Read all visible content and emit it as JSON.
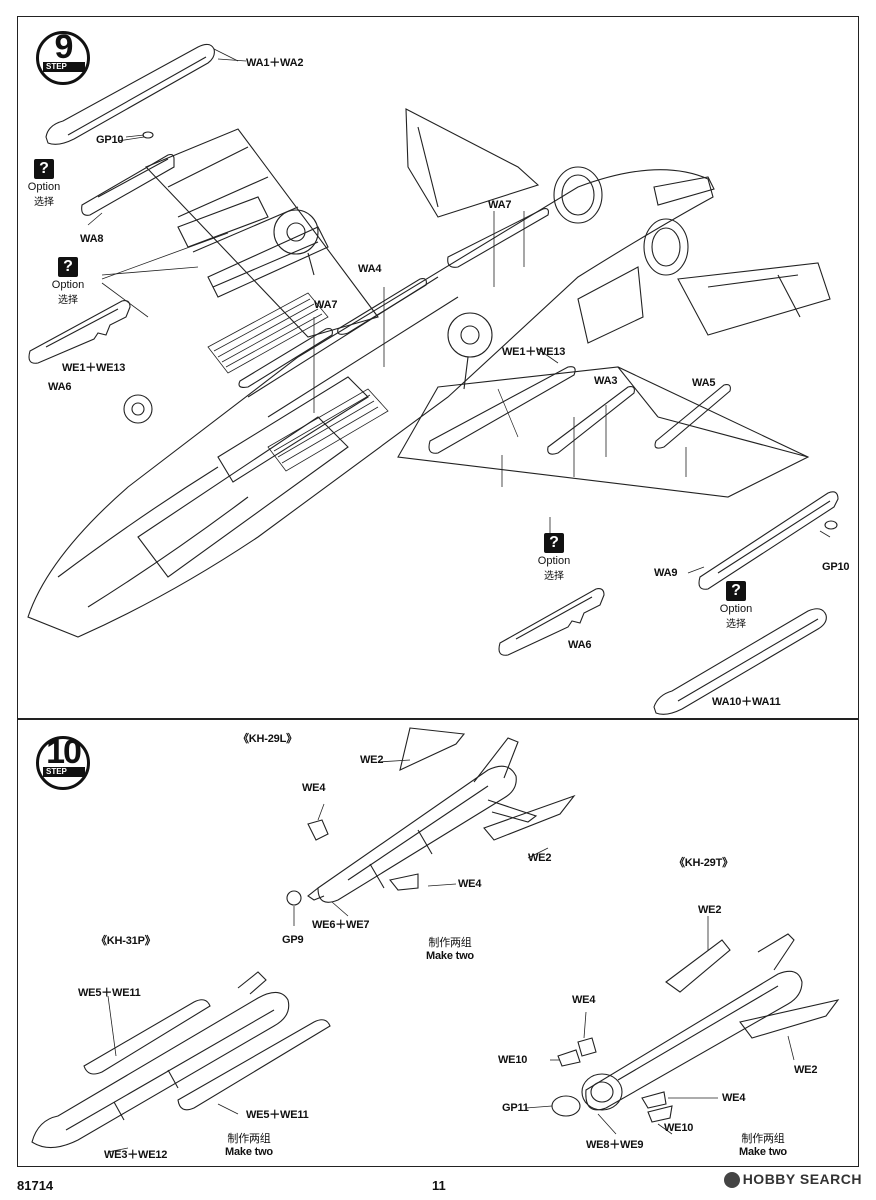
{
  "step9": {
    "number": "9",
    "step_word": "STEP",
    "labels": {
      "wa1_wa2": "WA1＋WA2",
      "gp10_top": "GP10",
      "wa8": "WA8",
      "wa7_upper": "WA7",
      "wa4": "WA4",
      "wa7_lower": "WA7",
      "we1_we13_left": "WE1＋WE13",
      "wa6_left": "WA6",
      "we1_we13_center": "WE1＋WE13",
      "wa3": "WA3",
      "wa5": "WA5",
      "wa9": "WA9",
      "gp10_right": "GP10",
      "wa6_bottom": "WA6",
      "wa10_wa11": "WA10＋WA11"
    },
    "option_text": "Option",
    "option_cn": "选择",
    "option_mark": "?"
  },
  "step10": {
    "number": "10",
    "step_word": "STEP",
    "titles": {
      "kh29l": "《KH-29L》",
      "kh29t": "《KH-29T》",
      "kh31p": "《KH-31P》"
    },
    "labels": {
      "we2_top": "WE2",
      "we4_left": "WE4",
      "we2_right": "WE2",
      "we4_below": "WE4",
      "we6_we7": "WE6＋WE7",
      "gp9": "GP9",
      "we2_t_top": "WE2",
      "we4_t": "WE4",
      "we10_left": "WE10",
      "gp11": "GP11",
      "we8_we9": "WE8＋WE9",
      "we10_bottom": "WE10",
      "we4_t_right": "WE4",
      "we2_t_right": "WE2",
      "we5_we11_top": "WE5＋WE11",
      "we5_we11_bottom": "WE5＋WE11",
      "we3_we12": "WE3＋WE12"
    },
    "make_two_cn": "制作两组",
    "make_two_en": "Make two"
  },
  "footer": {
    "kit_number": "81714",
    "page_number": "11",
    "watermark": "HOBBY SEARCH"
  }
}
